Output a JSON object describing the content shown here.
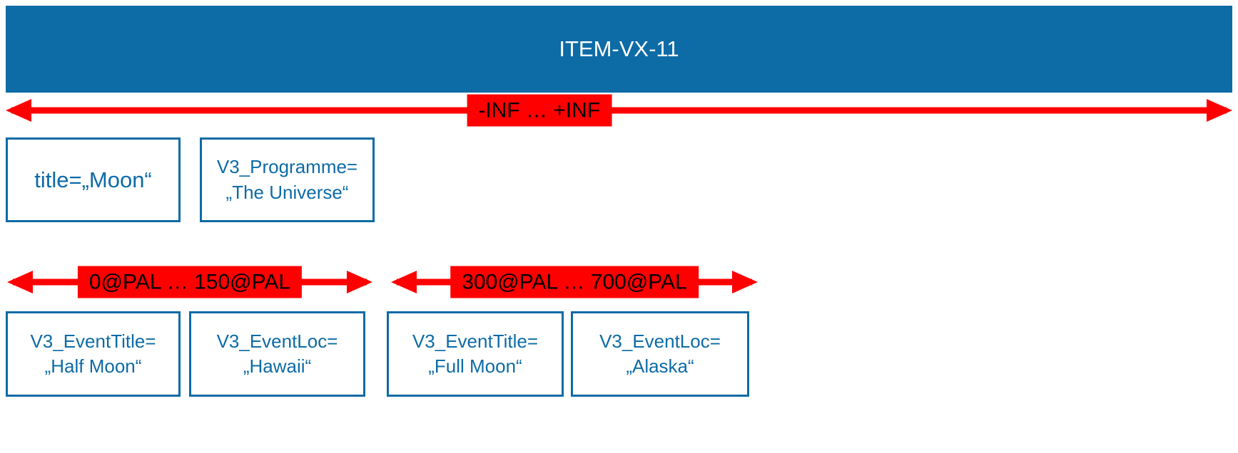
{
  "colors": {
    "blue": "#0d6ba6",
    "red": "#ff0000",
    "label_text": "#000000",
    "box_bg": "#ffffff"
  },
  "header": {
    "title": "ITEM-VX-11"
  },
  "arrows": {
    "full": {
      "label": "-INF … +INF"
    },
    "left": {
      "label": "0@PAL … 150@PAL"
    },
    "right": {
      "label": "300@PAL … 700@PAL"
    }
  },
  "boxes": {
    "title": {
      "line1": "title=„Moon“"
    },
    "programme": {
      "line1": "V3_Programme=",
      "line2": "„The Universe“"
    },
    "event1_title": {
      "line1": "V3_EventTitle=",
      "line2": "„Half Moon“"
    },
    "event1_loc": {
      "line1": "V3_EventLoc=",
      "line2": "„Hawaii“"
    },
    "event2_title": {
      "line1": "V3_EventTitle=",
      "line2": "„Full Moon“"
    },
    "event2_loc": {
      "line1": "V3_EventLoc=",
      "line2": "„Alaska“"
    }
  }
}
